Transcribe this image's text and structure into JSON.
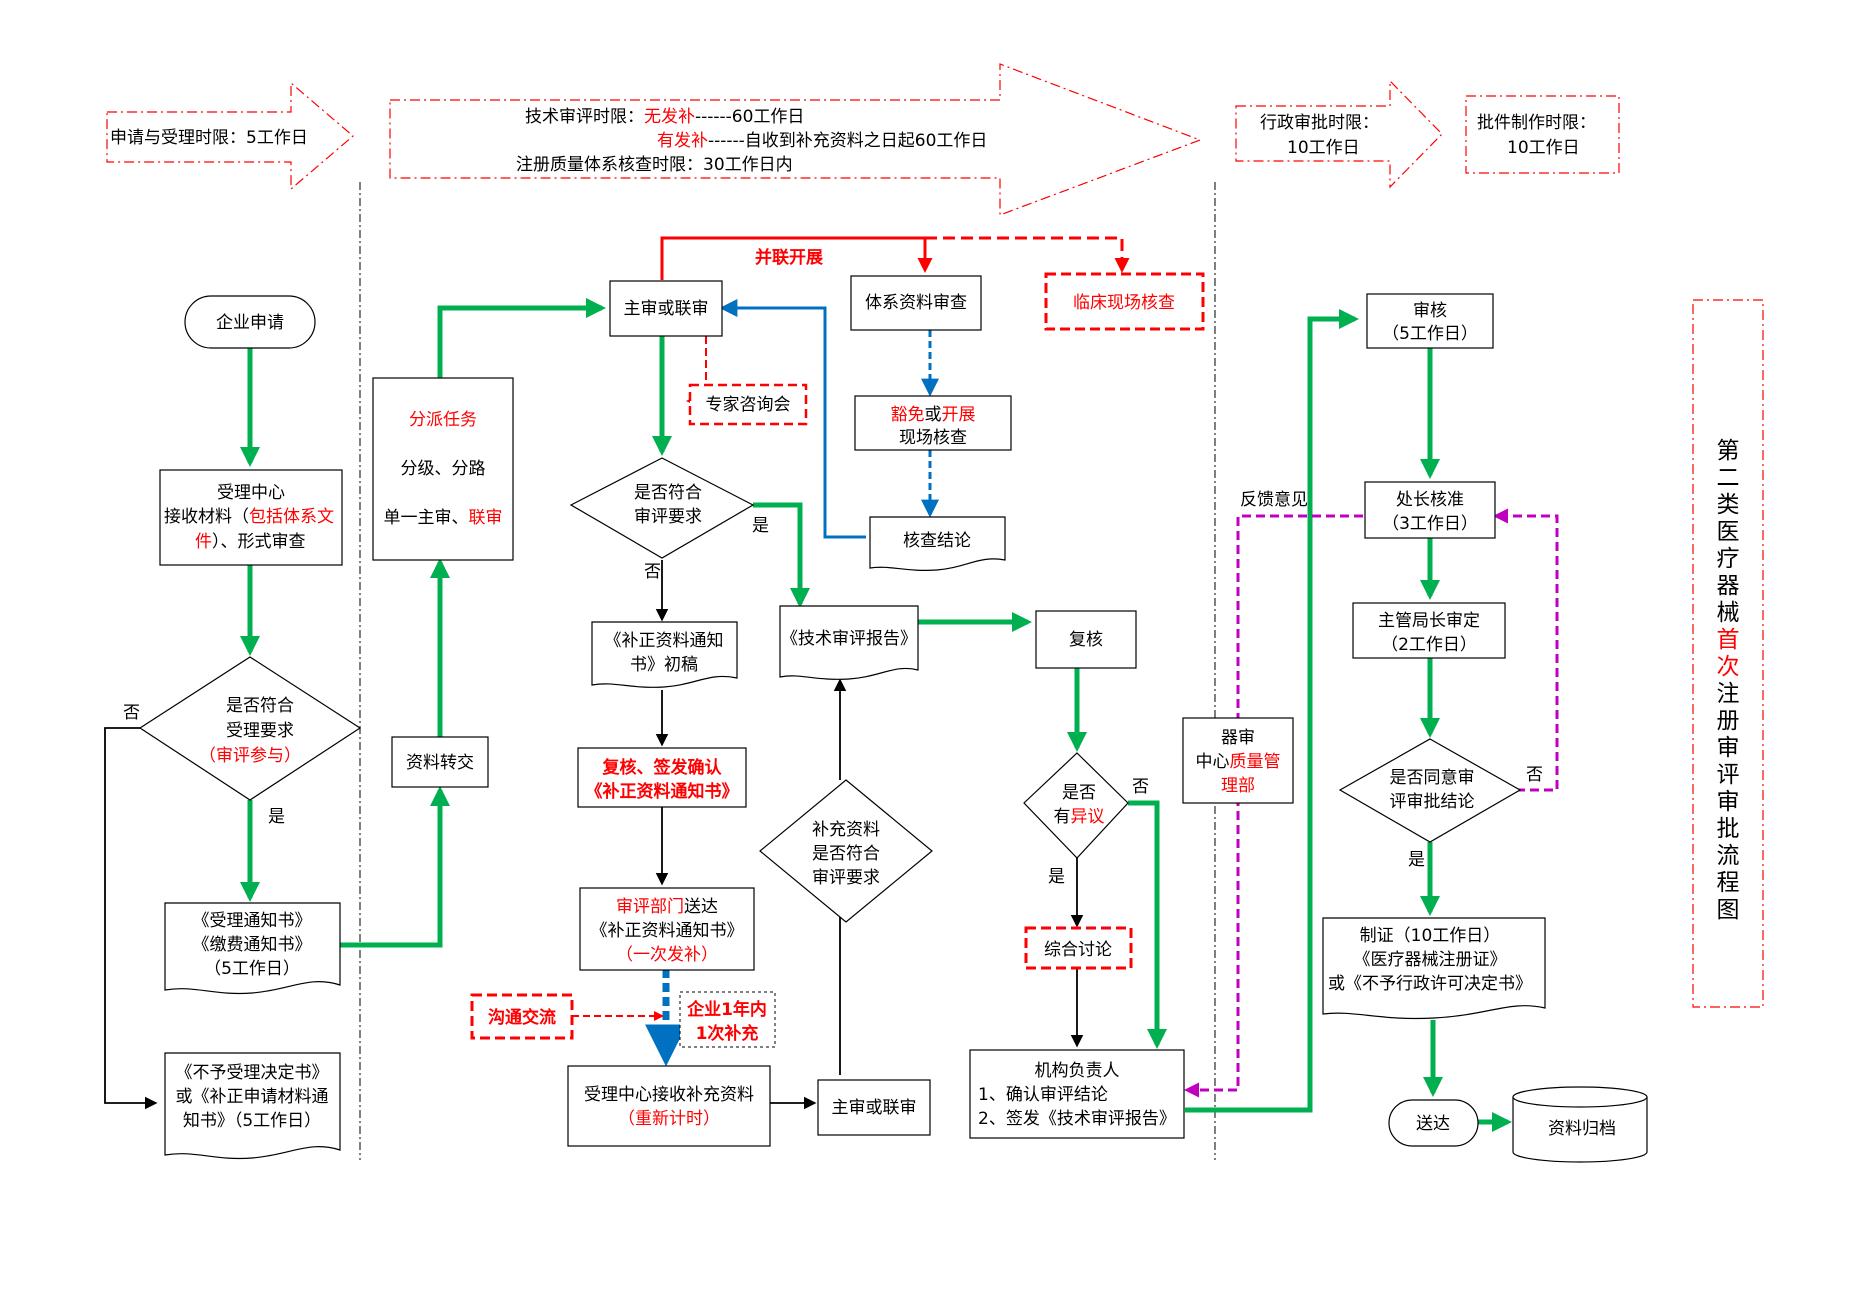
{
  "header": {
    "apply_phase": "申请与受理时限：5工作日",
    "tech_phase": {
      "line1_prefix": "技术审评时限：",
      "line1_red": "无发补",
      "line1_rest": "------60工作日",
      "line2_red": "有发补",
      "line2_rest": "------自收到补充资料之日起60工作日",
      "line3": "注册质量体系核查时限：30工作日内"
    },
    "admin_phase": {
      "line1": "行政审批时限：",
      "line2": "10工作日"
    },
    "cert_phase": {
      "line1": "批件制作时限：",
      "line2": "10工作日"
    }
  },
  "title_chars": [
    "第",
    "二",
    "类",
    "医",
    "疗",
    "器",
    "械",
    "首",
    "次",
    "注",
    "册",
    "审",
    "评",
    "审",
    "批",
    "流",
    "程",
    "图"
  ],
  "title_red_chars": [
    7,
    8
  ],
  "nodes": {
    "enterprise_apply": "企业申请",
    "intake_center": {
      "line1": "受理中心",
      "line2_a": "接收材料（",
      "line2_b": "包括体系文",
      "line3_a": "件",
      "line3_b": "）、形式审查"
    },
    "accept_check": {
      "line1": "是否符合",
      "line2": "受理要求",
      "line3": "（审评参与）"
    },
    "accept_notice": {
      "line1": "《受理通知书》",
      "line2": "《缴费通知书》",
      "line3": "（5工作日）"
    },
    "reject_notice": {
      "line1": "《不予受理决定书》",
      "line2": "或《补正申请材料通",
      "line3": "知书》（5工作日）"
    },
    "material_transfer": "资料转交",
    "assign_task": {
      "line1": "分派任务",
      "line2": "分级、分路",
      "line3_a": "单一主审、",
      "line3_b": "联审"
    },
    "main_review": "主审或联审",
    "expert_meeting": "专家咨询会",
    "parallel": "并联开展",
    "system_review": "体系资料审查",
    "clinical_check": "临床现场核查",
    "exempt_or_onsite": {
      "line1_a": "豁免",
      "line1_b": "或",
      "line1_c": "开展",
      "line2": "现场核查"
    },
    "check_conclusion": "核查结论",
    "meets_review": {
      "line1": "是否符合",
      "line2": "审评要求"
    },
    "supp_notice_draft": {
      "line1": "《补正资料通知",
      "line2": "书》初稿"
    },
    "recheck_sign": {
      "line1": "复核、签发确认",
      "line2": "《补正资料通知书》"
    },
    "dept_deliver": {
      "line1_a": "审评部门",
      "line1_b": "送达",
      "line2": "《补正资料通知书》",
      "line3": "（一次发补）"
    },
    "communicate": "沟通交流",
    "one_year": {
      "line1": "企业1年内",
      "line2": "1次补充"
    },
    "intake_supp": {
      "line1": "受理中心接收补充资料",
      "line2": "（重新计时）"
    },
    "main_review_2": "主审或联审",
    "supp_meets": {
      "line1": "补充资料",
      "line2": "是否符合",
      "line3": "审评要求"
    },
    "tech_report": "《技术审评报告》",
    "recheck": "复核",
    "has_objection": {
      "line1": "是否",
      "line2_a": "有",
      "line2_b": "异议"
    },
    "discussion": "综合讨论",
    "org_head": {
      "line1": "机构负责人",
      "line2": "1、确认审评结论",
      "line3": "2、签发《技术审评报告》"
    },
    "quality_dept": {
      "line1": "器审",
      "line2_a": "中心",
      "line2_b": "质量管",
      "line3": "理部"
    },
    "audit": {
      "line1": "审核",
      "line2": "（5工作日）"
    },
    "director_approve": {
      "line1": "处长核准",
      "line2": "（3工作日）"
    },
    "bureau_decide": {
      "line1": "主管局长审定",
      "line2": "（2工作日）"
    },
    "agree_conclusion": {
      "line1": "是否同意审",
      "line2": "评审批结论"
    },
    "certificate": {
      "line1": "制证（10工作日）",
      "line2": "《医疗器械注册证》",
      "line3": "或《不予行政许可决定书》"
    },
    "deliver": "送达",
    "archive": "资料归档"
  },
  "labels": {
    "yes": "是",
    "no": "否",
    "feedback": "反馈意见"
  },
  "colors": {
    "green": "#00b050",
    "red": "#ff0000",
    "blue": "#0070c0",
    "purple": "#c000c0",
    "black": "#000000"
  }
}
